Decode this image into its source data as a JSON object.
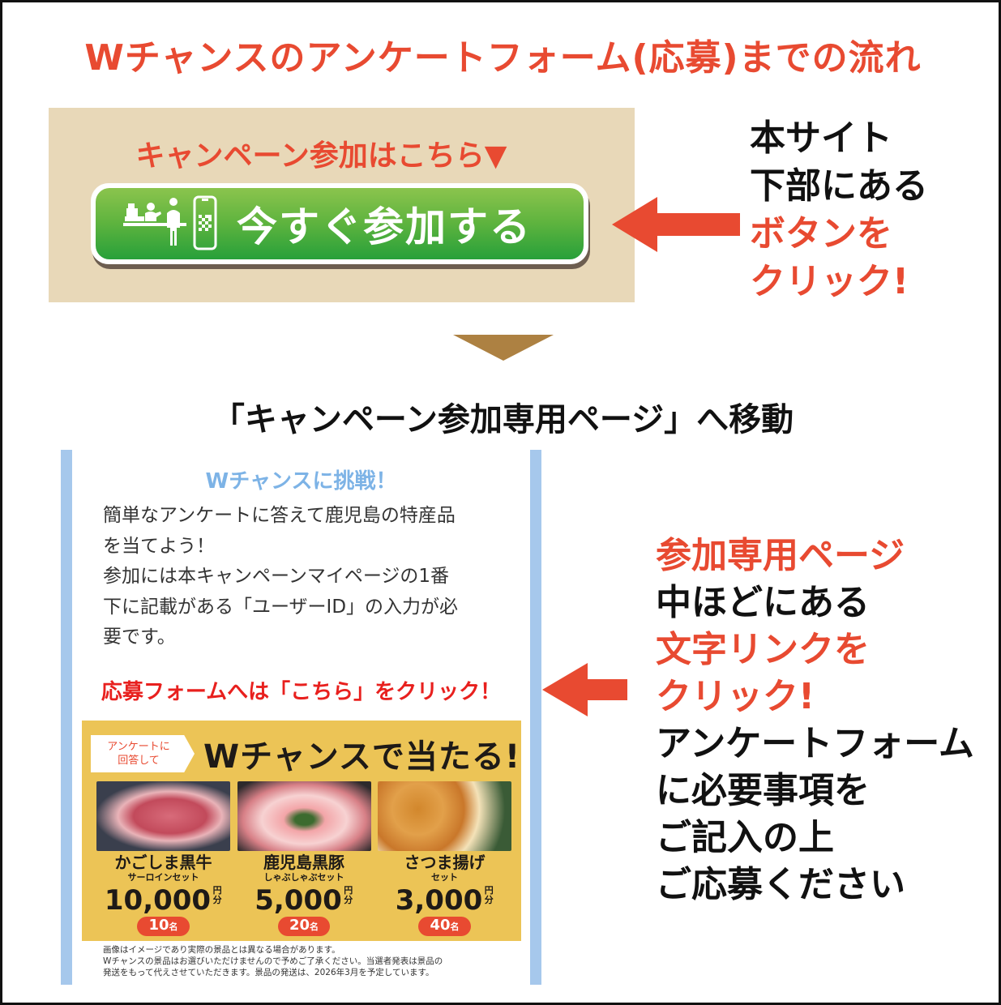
{
  "title": "Wチャンスのアンケートフォーム(応募)までの流れ",
  "step1": {
    "label": "キャンペーン参加はこちら▼",
    "button_label": "今すぐ参加する",
    "button_icons": [
      "register-person-icon",
      "smartphone-qr-icon"
    ],
    "instruction": [
      {
        "text": "本サイト",
        "color": "black"
      },
      {
        "text": "下部にある",
        "color": "black"
      },
      {
        "text": "ボタンを",
        "color": "red"
      },
      {
        "text": "クリック!",
        "color": "red"
      }
    ]
  },
  "transition": {
    "label": "「キャンペーン参加専用ページ」へ移動"
  },
  "step2": {
    "page_title": "Wチャンスに挑戦！",
    "body_lines": [
      "簡単なアンケートに答えて鹿児島の特産品",
      "を当てよう！",
      "参加には本キャンペーンマイページの1番",
      "下に記載がある「ユーザーID」の入力が必",
      "要です。"
    ],
    "link_text": "応募フォームへは「こちら」をクリック！",
    "banner": {
      "tag_line1": "アンケートに",
      "tag_line2": "回答して",
      "headline": "Wチャンスで当たる!",
      "prizes": [
        {
          "name": "かごしま黒牛",
          "sub": "サーロインセット",
          "price": "10,000",
          "unit": "円分",
          "count": "10",
          "count_unit": "名"
        },
        {
          "name": "鹿児島黒豚",
          "sub": "しゃぶしゃぶセット",
          "price": "5,000",
          "unit": "円分",
          "count": "20",
          "count_unit": "名"
        },
        {
          "name": "さつま揚げ",
          "sub": "セット",
          "price": "3,000",
          "unit": "円分",
          "count": "40",
          "count_unit": "名"
        }
      ]
    },
    "notes": [
      "画像はイメージであり実際の景品とは異なる場合があります。",
      "Wチャンスの景品はお選びいただけませんので予めご了承ください。当選者発表は景品の",
      "発送をもって代えさせていただきます。景品の発送は、2026年3月を予定しています。"
    ],
    "instruction": [
      {
        "text": "参加専用ページ",
        "color": "red"
      },
      {
        "text": "中ほどにある",
        "color": "black"
      },
      {
        "text": "文字リンクを",
        "color": "red"
      },
      {
        "text": "クリック!",
        "color": "red"
      },
      {
        "text": "アンケートフォーム",
        "color": "black"
      },
      {
        "text": "に必要事項を",
        "color": "black"
      },
      {
        "text": "ご記入の上",
        "color": "black"
      },
      {
        "text": "ご応募ください",
        "color": "black"
      }
    ]
  },
  "colors": {
    "accent_red": "#e84a31",
    "link_red": "#e8201e",
    "beige": "#e8d8b8",
    "green_top": "#8bc44d",
    "green_bottom": "#27a03a",
    "triangle_brown": "#ad8142",
    "phone_border_blue": "#a6c8ec",
    "title_blue": "#7db3e6",
    "banner_yellow": "#ecc456"
  }
}
